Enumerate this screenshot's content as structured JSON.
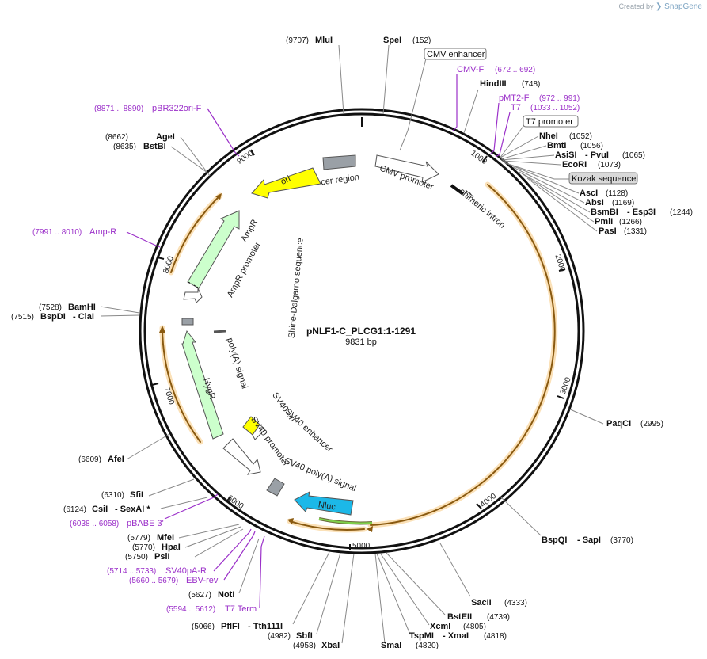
{
  "credit": {
    "prefix": "Created by",
    "brand": "SnapGene"
  },
  "plasmid": {
    "name": "pNLF1-C_PLCG1:1-1291",
    "length": "9831 bp"
  },
  "ticks": [
    "1000",
    "2000",
    "3000",
    "4000",
    "5000",
    "6000",
    "7000",
    "8000",
    "9000"
  ],
  "features": [
    {
      "name": "cer region"
    },
    {
      "name": "CMV promoter"
    },
    {
      "name": "chimeric intron"
    },
    {
      "name": "ori"
    },
    {
      "name": "AmpR"
    },
    {
      "name": "AmpR promoter"
    },
    {
      "name": "Shine-Dalgarno sequence"
    },
    {
      "name": "poly(A) signal"
    },
    {
      "name": "HygR"
    },
    {
      "name": "SV40 promoter"
    },
    {
      "name": "SV40 ori"
    },
    {
      "name": "SV40 enhancer"
    },
    {
      "name": "SV40 poly(A) signal"
    },
    {
      "name": "Nluc"
    }
  ],
  "labels": {
    "mlui": {
      "name": "MluI",
      "pos": "(9707)"
    },
    "spei": {
      "name": "SpeI",
      "pos": "(152)"
    },
    "cmv_enh": {
      "name": "CMV enhancer"
    },
    "cmvf": {
      "name": "CMV-F",
      "range": "(672 .. 692)"
    },
    "hind": {
      "name": "HindIII",
      "pos": "(748)"
    },
    "pmt2": {
      "name": "pMT2-F",
      "range": "(972 .. 991)"
    },
    "t7": {
      "name": "T7",
      "range": "(1033 .. 1052)"
    },
    "t7prom": {
      "name": "T7 promoter"
    },
    "nhei": {
      "name": "NheI",
      "pos": "(1052)"
    },
    "bmti": {
      "name": "BmtI",
      "pos": "(1056)"
    },
    "asisi": {
      "name": "AsiSI",
      "sep": "- PvuI",
      "pos": "(1065)"
    },
    "ecori": {
      "name": "EcoRI",
      "pos": "(1073)"
    },
    "kozak": {
      "name": "Kozak sequence"
    },
    "asci": {
      "name": "AscI",
      "pos": "(1128)"
    },
    "absi": {
      "name": "AbsI",
      "pos": "(1169)"
    },
    "bsmbi": {
      "name": "BsmBI",
      "sep": "- Esp3I",
      "pos": "(1244)"
    },
    "pmli": {
      "name": "PmlI",
      "pos": "(1266)"
    },
    "pasi": {
      "name": "PasI",
      "pos": "(1331)"
    },
    "paqci": {
      "name": "PaqCI",
      "pos": "(2995)"
    },
    "bspqi": {
      "name": "BspQI",
      "sep": "- SapI",
      "pos": "(3770)"
    },
    "sacii": {
      "name": "SacII",
      "pos": "(4333)"
    },
    "bsteii": {
      "name": "BstEII",
      "pos": "(4739)"
    },
    "xcmi": {
      "name": "XcmI",
      "pos": "(4805)"
    },
    "tspmi": {
      "name": "TspMI",
      "sep": "- XmaI",
      "pos": "(4818)"
    },
    "smai": {
      "name": "SmaI",
      "pos": "(4820)"
    },
    "xbai": {
      "name": "XbaI",
      "pos": "(4958)"
    },
    "sbfi": {
      "name": "SbfI",
      "pos": "(4982)"
    },
    "pflfi": {
      "name": "PflFI",
      "sep": "- Tth111I",
      "pos": "(5066)"
    },
    "t7term": {
      "name": "T7 Term",
      "range": "(5594 .. 5612)"
    },
    "noti": {
      "name": "NotI",
      "pos": "(5627)"
    },
    "ebv": {
      "name": "EBV-rev",
      "range": "(5660 .. 5679)"
    },
    "sv40pa": {
      "name": "SV40pA-R",
      "range": "(5714 .. 5733)"
    },
    "psii": {
      "name": "PsiI",
      "pos": "(5750)"
    },
    "hpai": {
      "name": "HpaI",
      "pos": "(5770)"
    },
    "mfei": {
      "name": "MfeI",
      "pos": "(5779)"
    },
    "pbabe": {
      "name": "pBABE 3'",
      "range": "(6038 .. 6058)"
    },
    "csii": {
      "name": "CsiI",
      "sep": "- SexAI *",
      "pos": "(6124)"
    },
    "sfii": {
      "name": "SfiI",
      "pos": "(6310)"
    },
    "afei": {
      "name": "AfeI",
      "pos": "(6609)"
    },
    "bamhi": {
      "name": "BamHI",
      "pos": "(7528)"
    },
    "bspdi": {
      "name": "BspDI",
      "sep": "- ClaI",
      "pos": "(7515)"
    },
    "ampr_p": {
      "name": "Amp-R",
      "range": "(7991 .. 8010)"
    },
    "agei": {
      "name": "AgeI",
      "pos": "(8662)"
    },
    "bstbi": {
      "name": "BstBI",
      "pos": "(8635)"
    },
    "pbr": {
      "name": "pBR322ori-F",
      "range": "(8871 .. 8890)"
    }
  },
  "colors": {
    "backbone": "#111111",
    "orf_orange": "#f5b35a",
    "ori": "#ffff00",
    "ampr": "#ccffcc",
    "nluc": "#1cb8e8",
    "sv40ori": "#ffff00",
    "grey_feature": "#9aa0a6",
    "primer": "#9b30c9"
  }
}
